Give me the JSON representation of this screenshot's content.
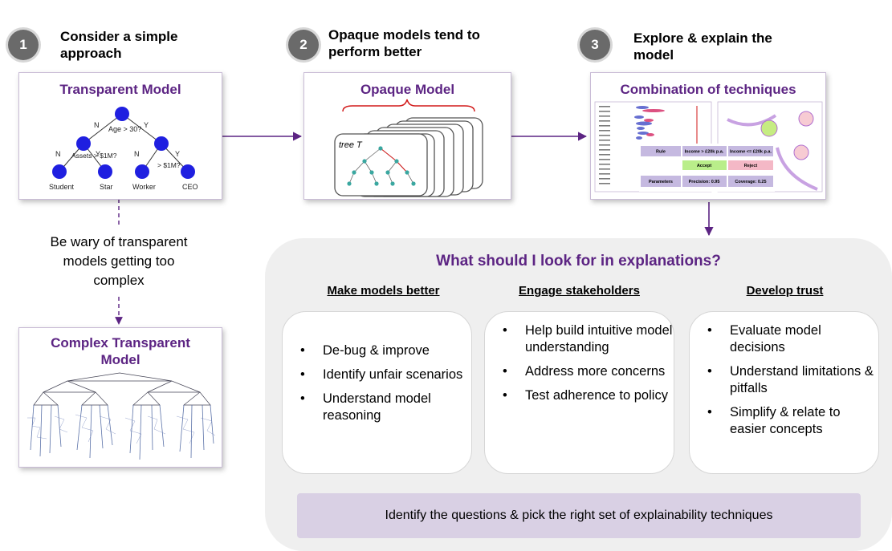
{
  "steps": [
    {
      "num": "1",
      "title": "Consider a simple approach"
    },
    {
      "num": "2",
      "title": "Opaque models tend to perform better"
    },
    {
      "num": "3",
      "title": "Explore & explain the model"
    }
  ],
  "cards": {
    "transparent": {
      "title": "Transparent Model",
      "tree": {
        "root_question": "Age > 30?",
        "left_question": "Assets > $1M?",
        "right_question": "> $1M?",
        "no": "N",
        "yes": "Y",
        "leaves": [
          "Student",
          "Star",
          "Worker",
          "CEO"
        ]
      }
    },
    "opaque": {
      "title": "Opaque Model",
      "tree_label": "tree T"
    },
    "combination": {
      "title": "Combination of techniques",
      "rule_table": {
        "rule": "Rule",
        "income_high": "Income > £20k p.a.",
        "income_low": "Income <= £20k p.a.",
        "accept": "Accept",
        "reject": "Reject",
        "parameters": "Parameters",
        "precision": "Precision: 0.95",
        "coverage": "Coverage: 0.25"
      }
    },
    "complex": {
      "title": "Complex Transparent Model"
    }
  },
  "wary_text": "Be wary of transparent models getting too complex",
  "panel": {
    "title": "What should I look for in explanations?",
    "columns": [
      {
        "heading": "Make models better",
        "items": [
          "De-bug & improve",
          "Identify unfair scenarios",
          "Understand model reasoning"
        ]
      },
      {
        "heading": "Engage stakeholders",
        "items": [
          "Help build intuitive model understanding",
          "Address more concerns",
          "Test adherence to policy"
        ]
      },
      {
        "heading": "Develop trust",
        "items": [
          "Evaluate model decisions",
          "Understand limitations & pitfalls",
          "Simplify & relate to easier concepts"
        ]
      }
    ],
    "banner": "Identify the questions & pick the right set of explainability techniques"
  },
  "colors": {
    "accent": "#5c2483",
    "node_blue": "#1f1fe0",
    "panel_bg": "#efefef",
    "banner_bg": "#d9d0e4"
  }
}
